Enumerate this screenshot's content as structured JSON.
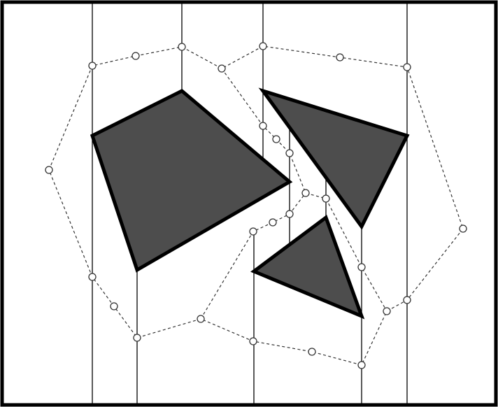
{
  "colors": {
    "background": "#ffffff",
    "obstacle_fill": "#4d4d4d",
    "stroke": "#000000"
  },
  "diagram": {
    "obstacles": [
      {
        "id": "quadrilateral"
      },
      {
        "id": "upper-right-triangle"
      },
      {
        "id": "lower-triangle"
      }
    ]
  }
}
